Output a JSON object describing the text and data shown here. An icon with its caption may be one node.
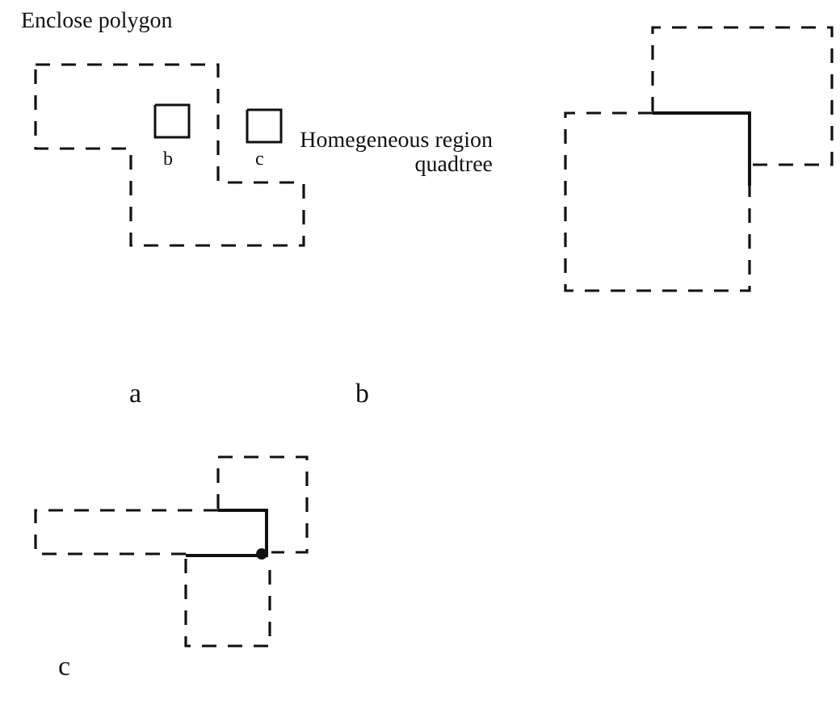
{
  "diagram": {
    "labels": [
      "Enclose polygon",
      "b",
      "c",
      "Homegeneous region quadtree",
      "a",
      "b",
      "c"
    ]
  }
}
